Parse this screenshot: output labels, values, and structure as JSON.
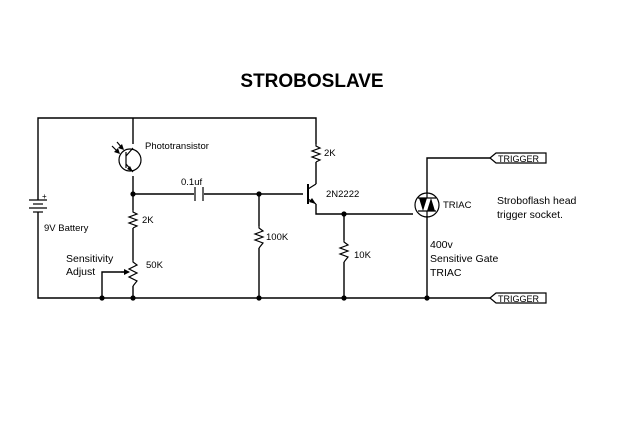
{
  "title": "STROBOSLAVE",
  "components": {
    "battery": "9V Battery",
    "phototransistor": "Phototransistor",
    "capacitor": "0.1uf",
    "r_collector": "2K",
    "transistor": "2N2222",
    "r_divider": "2K",
    "r_base": "100K",
    "r_emitter": "10K",
    "pot_label_line1": "Sensitivity",
    "pot_label_line2": "Adjust",
    "pot_value": "50K",
    "triac": "TRIAC",
    "triac_desc_line1": "400v",
    "triac_desc_line2": "Sensitive Gate",
    "triac_desc_line3": "TRIAC"
  },
  "connectors": {
    "top": "TRIGGER",
    "bottom": "TRIGGER"
  },
  "note": {
    "line1": "Stroboflash head",
    "line2": "trigger socket."
  }
}
